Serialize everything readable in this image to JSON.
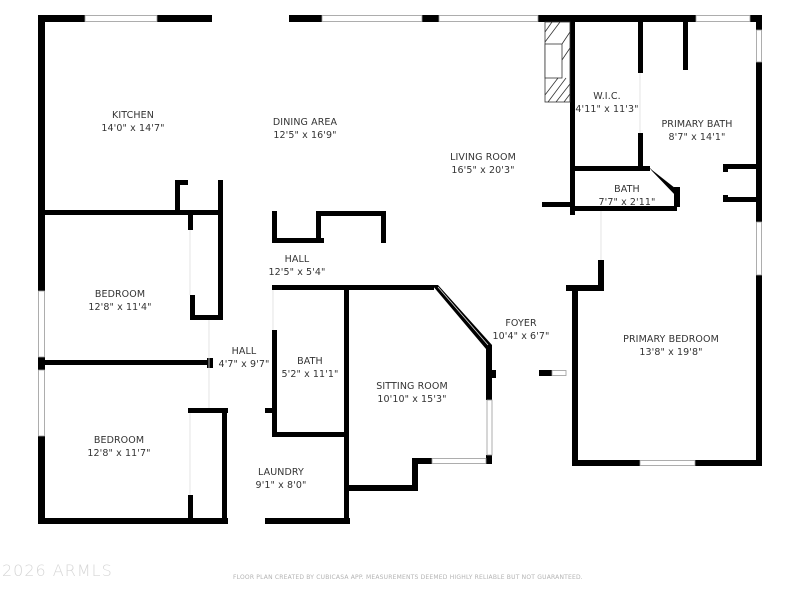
{
  "floor_plan": {
    "rooms": [
      {
        "name": "KITCHEN",
        "dims": "14'0\" x 14'7\""
      },
      {
        "name": "DINING AREA",
        "dims": "12'5\" x 16'9\""
      },
      {
        "name": "LIVING ROOM",
        "dims": "16'5\" x 20'3\""
      },
      {
        "name": "W.I.C.",
        "dims": "4'11\" x 11'3\""
      },
      {
        "name": "PRIMARY BATH",
        "dims": "8'7\" x 14'1\""
      },
      {
        "name": "BATH",
        "dims": "7'7\" x 2'11\""
      },
      {
        "name": "HALL",
        "dims": "12'5\" x 5'4\""
      },
      {
        "name": "BEDROOM",
        "dims": "12'8\" x 11'4\""
      },
      {
        "name": "HALL",
        "dims": "4'7\" x 9'7\""
      },
      {
        "name": "BATH",
        "dims": "5'2\" x 11'1\""
      },
      {
        "name": "SITTING ROOM",
        "dims": "10'10\" x 15'3\""
      },
      {
        "name": "FOYER",
        "dims": "10'4\" x 6'7\""
      },
      {
        "name": "PRIMARY BEDROOM",
        "dims": "13'8\" x 19'8\""
      },
      {
        "name": "BEDROOM",
        "dims": "12'8\" x 11'7\""
      },
      {
        "name": "LAUNDRY",
        "dims": "9'1\" x 8'0\""
      }
    ]
  },
  "footer": {
    "watermark": "2026 ARMLS",
    "disclaimer": "FLOOR PLAN CREATED BY CUBICASA APP. MEASUREMENTS DEEMED HIGHLY RELIABLE BUT NOT GUARANTEED."
  },
  "colors": {
    "wall": "#000000",
    "text": "#333333",
    "watermark": "#d6d6d6"
  }
}
